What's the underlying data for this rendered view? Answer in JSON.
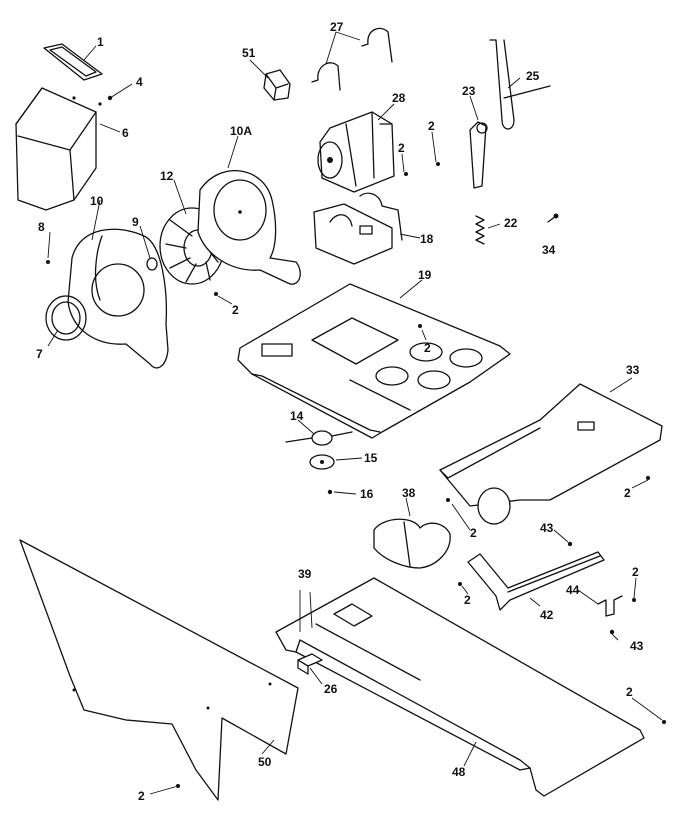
{
  "labels": {
    "p1": "1",
    "p4": "4",
    "p6": "6",
    "p8": "8",
    "p10": "10",
    "p9": "9",
    "p7": "7",
    "p12": "12",
    "p10a": "10A",
    "p51": "51",
    "p27": "27",
    "p28": "28",
    "p2_motor": "2",
    "p2_tab": "2",
    "p23": "23",
    "p25": "25",
    "p22": "22",
    "p34": "34",
    "p18": "18",
    "p2_blower": "2",
    "p19": "19",
    "p2_base": "2",
    "p14": "14",
    "p15": "15",
    "p16": "16",
    "p33": "33",
    "p2_duct": "2",
    "p38": "38",
    "p2_elbow": "2",
    "p43_top": "43",
    "p42": "42",
    "p2_bracket": "2",
    "p44": "44",
    "p2_clip": "2",
    "p43_bottom": "43",
    "p39": "39",
    "p26": "26",
    "p2_rail": "2",
    "p48": "48",
    "p50": "50",
    "p2_panel": "2"
  }
}
